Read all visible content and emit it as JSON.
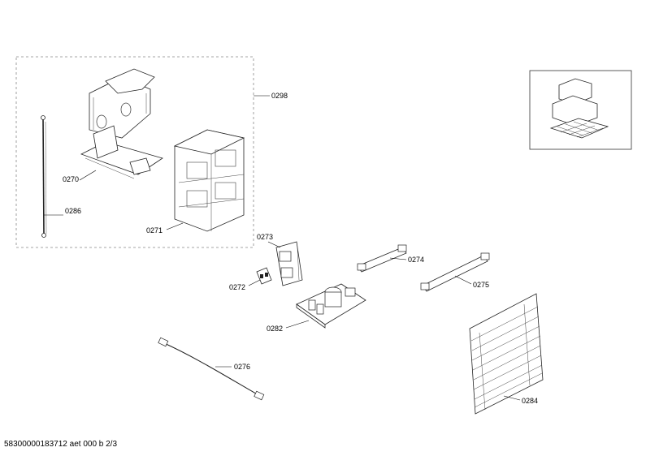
{
  "labels": {
    "p0298": "0298",
    "p0270": "0270",
    "p0286": "0286",
    "p0271": "0271",
    "p0273": "0273",
    "p0274": "0274",
    "p0272": "0272",
    "p0275": "0275",
    "p0282": "0282",
    "p0276": "0276",
    "p0284": "0284"
  },
  "footer": "58300000183712 aet 000 b 2/3"
}
